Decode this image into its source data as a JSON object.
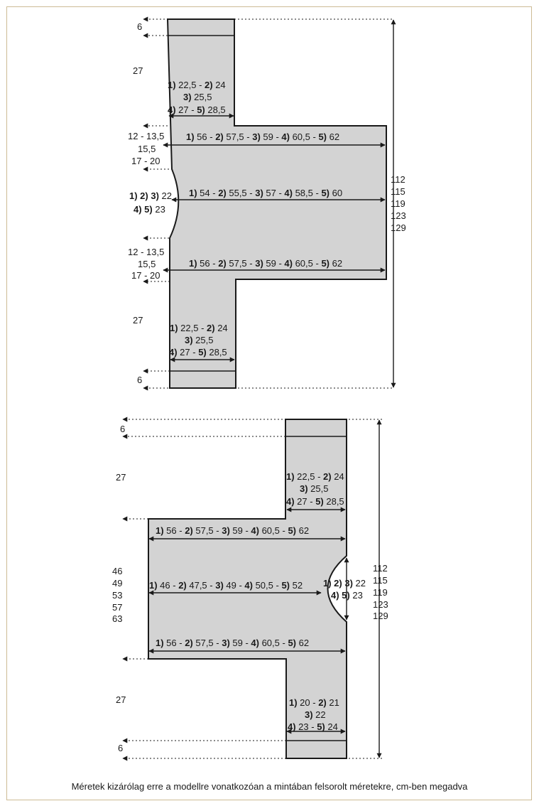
{
  "colors": {
    "panel_fill": "#d3d3d3",
    "outline": "#1a1a1a",
    "frame": "#cdbb95"
  },
  "top": {
    "rib_height": "6",
    "sleeve_length": "27",
    "sleeve_width": {
      "s1": "1)",
      "v1": " 22,5 - ",
      "s2": "2)",
      "v2": " 24",
      "s3": "3)",
      "v3": " 25,5",
      "s4": "4)",
      "v4": " 27 - ",
      "s5": "5)",
      "v5": " 28,5"
    },
    "side_segment": {
      "a": "12 - 13,5",
      "b": "15,5",
      "c": "17 - 20"
    },
    "body_width": {
      "s1": "1)",
      "v1": " 56 - ",
      "s2": "2)",
      "v2": " 57,5 - ",
      "s3": "3)",
      "v3": " 59 - ",
      "s4": "4)",
      "v4": " 60,5 - ",
      "s5": "5)",
      "v5": " 62"
    },
    "mid_width": {
      "s1": "1)",
      "v1": " 54 - ",
      "s2": "2)",
      "v2": " 55,5 - ",
      "s3": "3)",
      "v3": " 57 - ",
      "s4": "4)",
      "v4": " 58,5 - ",
      "s5": "5)",
      "v5": " 60"
    },
    "neck": {
      "s1": "1) 2) 3)",
      "v1": " 22",
      "s2": "4) 5)",
      "v2": " 23"
    },
    "total_length": [
      "112",
      "115",
      "119",
      "123",
      "129"
    ]
  },
  "bottom": {
    "rib_height": "6",
    "sleeve_length": "27",
    "sleeve_width_top": {
      "s1": "1)",
      "v1": " 22,5 - ",
      "s2": "2)",
      "v2": " 24",
      "s3": "3)",
      "v3": " 25,5",
      "s4": "4)",
      "v4": " 27 - ",
      "s5": "5)",
      "v5": " 28,5"
    },
    "body_width": {
      "s1": "1)",
      "v1": " 56 - ",
      "s2": "2)",
      "v2": " 57,5 - ",
      "s3": "3)",
      "v3": " 59 - ",
      "s4": "4)",
      "v4": " 60,5 - ",
      "s5": "5)",
      "v5": " 62"
    },
    "mid_width": {
      "s1": "1)",
      "v1": " 46 - ",
      "s2": "2)",
      "v2": " 47,5 - ",
      "s3": "3)",
      "v3": " 49 - ",
      "s4": "4)",
      "v4": " 50,5 - ",
      "s5": "5)",
      "v5": " 52"
    },
    "neck": {
      "s1": "1) 2) 3)",
      "v1": " 22",
      "s2": "4) 5)",
      "v2": " 23"
    },
    "body_length": [
      "46",
      "49",
      "53",
      "57",
      "63"
    ],
    "total_length": [
      "112",
      "115",
      "119",
      "123",
      "129"
    ],
    "sleeve_width_bottom": {
      "s1": "1)",
      "v1": " 20 - ",
      "s2": "2)",
      "v2": " 21",
      "s3": "3)",
      "v3": " 22",
      "s4": "4)",
      "v4": " 23 - ",
      "s5": "5)",
      "v5": " 24"
    }
  },
  "footnote": "Méretek kizárólag erre a modellre vonatkozóan a mintában felsorolt méretekre, cm-ben megadva"
}
